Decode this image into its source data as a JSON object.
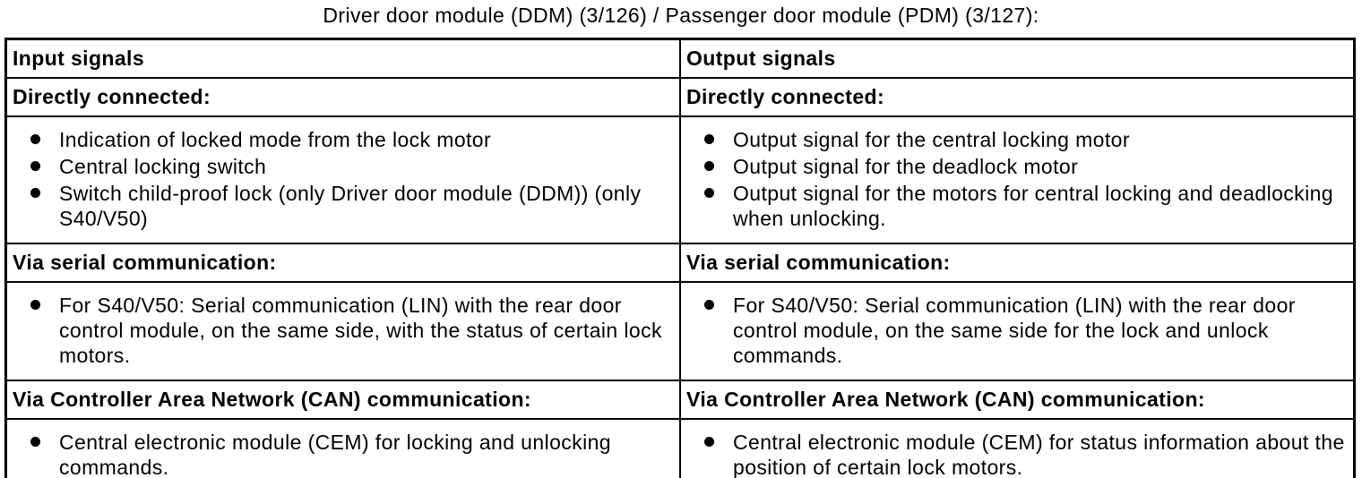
{
  "title": "Driver door module (DDM) (3/126) / Passenger door module (PDM) (3/127):",
  "table": {
    "columns": [
      {
        "header": "Input signals",
        "sections": [
          {
            "heading": "Directly connected:",
            "items": [
              "Indication of locked mode from the lock motor",
              "Central locking switch",
              "Switch child-proof lock (only Driver door module (DDM)) (only S40/V50)"
            ]
          },
          {
            "heading": "Via serial communication:",
            "items": [
              "For S40/V50: Serial communication (LIN) with the rear door control module, on the same side, with the status of certain lock motors."
            ]
          },
          {
            "heading": "Via Controller Area Network (CAN) communication:",
            "items": [
              "Central electronic module (CEM) for locking and unlocking commands."
            ]
          }
        ]
      },
      {
        "header": "Output signals",
        "sections": [
          {
            "heading": "Directly connected:",
            "items": [
              "Output signal for the central locking motor",
              "Output signal for the deadlock motor",
              "Output signal for the motors for central locking and deadlocking when unlocking."
            ]
          },
          {
            "heading": "Via serial communication:",
            "items": [
              "For S40/V50: Serial communication (LIN) with the rear door control module, on the same side for the lock and unlock commands."
            ]
          },
          {
            "heading": "Via Controller Area Network (CAN) communication:",
            "items": [
              "Central electronic module (CEM) for status information about the position of certain lock motors."
            ]
          }
        ]
      }
    ]
  },
  "colors": {
    "text": "#000000",
    "background": "#ffffff",
    "border": "#000000"
  }
}
